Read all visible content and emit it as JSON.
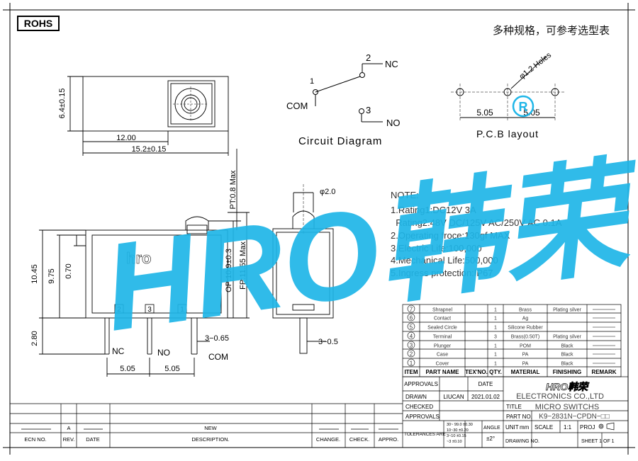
{
  "header": {
    "rohs": "ROHS",
    "cn_note": "多种规格，可参考选型表"
  },
  "circuit": {
    "pin1": "1",
    "pin2": "2",
    "pin3": "3",
    "nc": "NC",
    "no": "NO",
    "com": "COM",
    "title": "Circuit Diagram"
  },
  "pcb": {
    "holes": "φ1.2 Holes",
    "left": "5.05",
    "right": "5.05",
    "title": "P.C.B layout"
  },
  "top_view": {
    "height": "6.4±0.15",
    "len1": "12.00",
    "len2": "15.2±0.15"
  },
  "front_view": {
    "pt": "PT:0.8 Max",
    "op": "OP:10.9±0.3",
    "fp": "FP:11.55 Max",
    "h1": "10.45",
    "h2": "9.75",
    "h3": "0.70",
    "pin_len": "2.80",
    "pin_w": "3−0.65",
    "pitch1": "5.05",
    "pitch2": "5.05",
    "nc": "NC",
    "no": "NO",
    "com": "COM",
    "num1": "2",
    "num2": "3",
    "num3": "1",
    "logo": "hro"
  },
  "side_view": {
    "dia": "φ2.0",
    "pin_w": "3−0.5"
  },
  "notes": {
    "title": "NOTE:",
    "lines": [
      "1.Rating1:DC12V  3A",
      "  Rating2:48V DC/125V AC/250V AC 0.1A",
      "2.Operating froce:130gf MAX",
      "3.Electric Life:100,000",
      "4.Mechanical Life:500,000",
      "5.Ingress protection:IP67"
    ]
  },
  "watermark": {
    "text": "HRO韩荣",
    "color": "#1fb6e8"
  },
  "bom": {
    "rows": [
      {
        "no": "7",
        "name": "Shrapnel",
        "qty": "1",
        "material": "Brass",
        "finish": "Plating silver"
      },
      {
        "no": "6",
        "name": "Contact",
        "qty": "1",
        "material": "Ag",
        "finish": ""
      },
      {
        "no": "5",
        "name": "Sealed Circle",
        "qty": "1",
        "material": "Silicone Rubber",
        "finish": ""
      },
      {
        "no": "4",
        "name": "Terminal",
        "qty": "3",
        "material": "Brass(0.50T)",
        "finish": "Plating silver"
      },
      {
        "no": "3",
        "name": "Plunger",
        "qty": "1",
        "material": "POM",
        "finish": "Black"
      },
      {
        "no": "2",
        "name": "Case",
        "qty": "1",
        "material": "PA",
        "finish": "Black"
      },
      {
        "no": "1",
        "name": "Cover",
        "qty": "1",
        "material": "PA",
        "finish": "Black"
      }
    ],
    "headers": {
      "item": "ITEM",
      "name": "PART NAME",
      "tex": "TEX'NO.",
      "qty": "QTY.",
      "material": "MATERIAL",
      "finish": "FINISHING",
      "remark": "REMARK"
    }
  },
  "title_block": {
    "approvals": "APPROVALS",
    "date": "DATE",
    "drawn": "DRAWN",
    "drawn_by": "LIUCAN",
    "drawn_date": "2021.01.02",
    "checked": "CHECKED",
    "approvals2": "APPROVALS",
    "company_logo": "HRO韩荣",
    "company": "ELECTRONICS CO.,LTD",
    "title_lbl": "TITLE",
    "title": "MICRO SWITCHS",
    "partno_lbl": "PART NO.",
    "partno": "K9−2831N−CPDN−□□",
    "tol_lbl": "TOLERANCES ARE",
    "tol": [
      "30~ 99.0  ±0.30",
      "10~30   ±0.20",
      "3~10   ±0.15",
      "~3   ±0.10"
    ],
    "angle_lbl": "ANGLE",
    "angle": "±2°",
    "unit_lbl": "UNIT",
    "unit": "mm",
    "scale_lbl": "SCALE",
    "scale": "1:1",
    "proj_lbl": "PROJ",
    "drawing_no": "DRAWING NO.",
    "sheet": "SHEET  1  OF 1"
  },
  "revision": {
    "rev": "A",
    "desc": "NEW",
    "headers": [
      "ECN NO.",
      "REV.",
      "DATE",
      "DESCRIPTION.",
      "CHANGE.",
      "CHECK.",
      "APPRO."
    ]
  }
}
